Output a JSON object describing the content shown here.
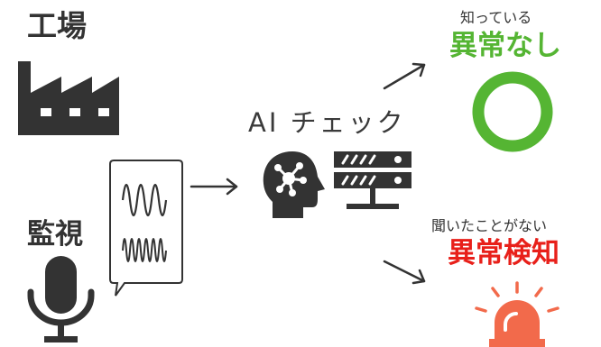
{
  "factory": {
    "label": "工場"
  },
  "monitoring": {
    "label": "監視"
  },
  "ai_check": {
    "label": "AI チェック"
  },
  "known": {
    "caption": "知っている",
    "result": "異常なし"
  },
  "unknown": {
    "caption": "聞いたことがない",
    "result": "異常検知"
  },
  "colors": {
    "icon_dark": "#333333",
    "normal_green": "#55b533",
    "anomaly_red": "#e8201a",
    "siren_orange": "#f26a4b"
  },
  "icons": [
    "factory-icon",
    "microphone-icon",
    "waveform-icon",
    "ai-head-icon",
    "server-icon",
    "circle-ok-icon",
    "siren-icon"
  ]
}
